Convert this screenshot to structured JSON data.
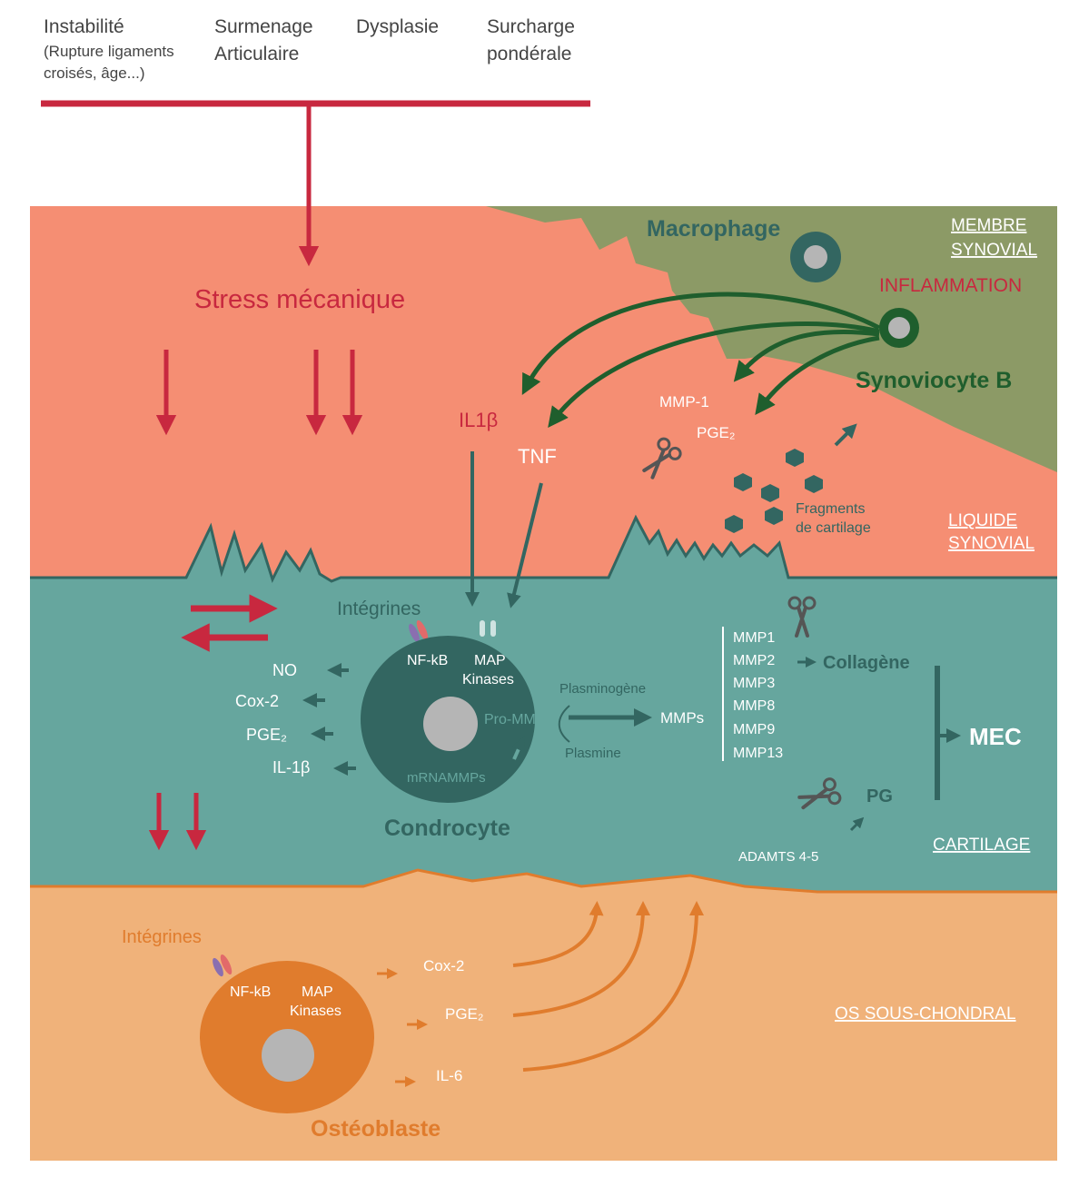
{
  "causes": {
    "instability_title": "Instabilité",
    "instability_detail_1": "(Rupture ligaments",
    "instability_detail_2": "croisés, âge...)",
    "overuse_1": "Surmenage",
    "overuse_2": "Articulaire",
    "dysplasia": "Dysplasie",
    "overweight_1": "Surcharge",
    "overweight_2": "pondérale"
  },
  "stress": "Stress mécanique",
  "zones": {
    "synovial_membrane_1": "MEMBRE",
    "synovial_membrane_2": "SYNOVIAL",
    "synovial_fluid_1": "LIQUIDE",
    "synovial_fluid_2": "SYNOVIAL",
    "cartilage": "CARTILAGE",
    "subchondral_bone": "OS SOUS-CHONDRAL"
  },
  "synovium": {
    "macrophage": "Macrophage",
    "inflammation": "INFLAMMATION",
    "synoviocyte": "Synoviocyte B",
    "il1b": "IL1β",
    "tnf": "TNF",
    "mmp1": "MMP-1",
    "pge2": "PGE₂",
    "fragments_1": "Fragments",
    "fragments_2": "de cartilage"
  },
  "cartilage": {
    "integrins": "Intégrines",
    "nfkb": "NF-kB",
    "map_1": "MAP",
    "map_2": "Kinases",
    "pro_mmp": "Pro-MMP",
    "mrna": "mRNAMMPs",
    "cell": "Condrocyte",
    "outputs": [
      "NO",
      "Cox-2",
      "PGE₂",
      "IL-1β"
    ],
    "plasminogen": "Plasminogène",
    "plasmin": "Plasmine",
    "mmps": "MMPs",
    "mmp_list": [
      "MMP1",
      "MMP2",
      "MMP3",
      "MMP8",
      "MMP9",
      "MMP13"
    ],
    "collagen": "Collagène",
    "pg": "PG",
    "adamts": "ADAMTS 4-5",
    "mec": "MEC"
  },
  "bone": {
    "integrins": "Intégrines",
    "nfkb": "NF-kB",
    "map_1": "MAP",
    "map_2": "Kinases",
    "cell": "Ostéoblaste",
    "outputs": [
      "Cox-2",
      "PGE₂",
      "IL-6"
    ]
  },
  "colors": {
    "red": "#c8283f",
    "salmon": "#f58e73",
    "olive": "#8c9a66",
    "teal": "#66a69e",
    "teal_dark": "#336661",
    "green_dark": "#1f5e2d",
    "orange_bg": "#f0b27a",
    "orange": "#e07c2d"
  }
}
